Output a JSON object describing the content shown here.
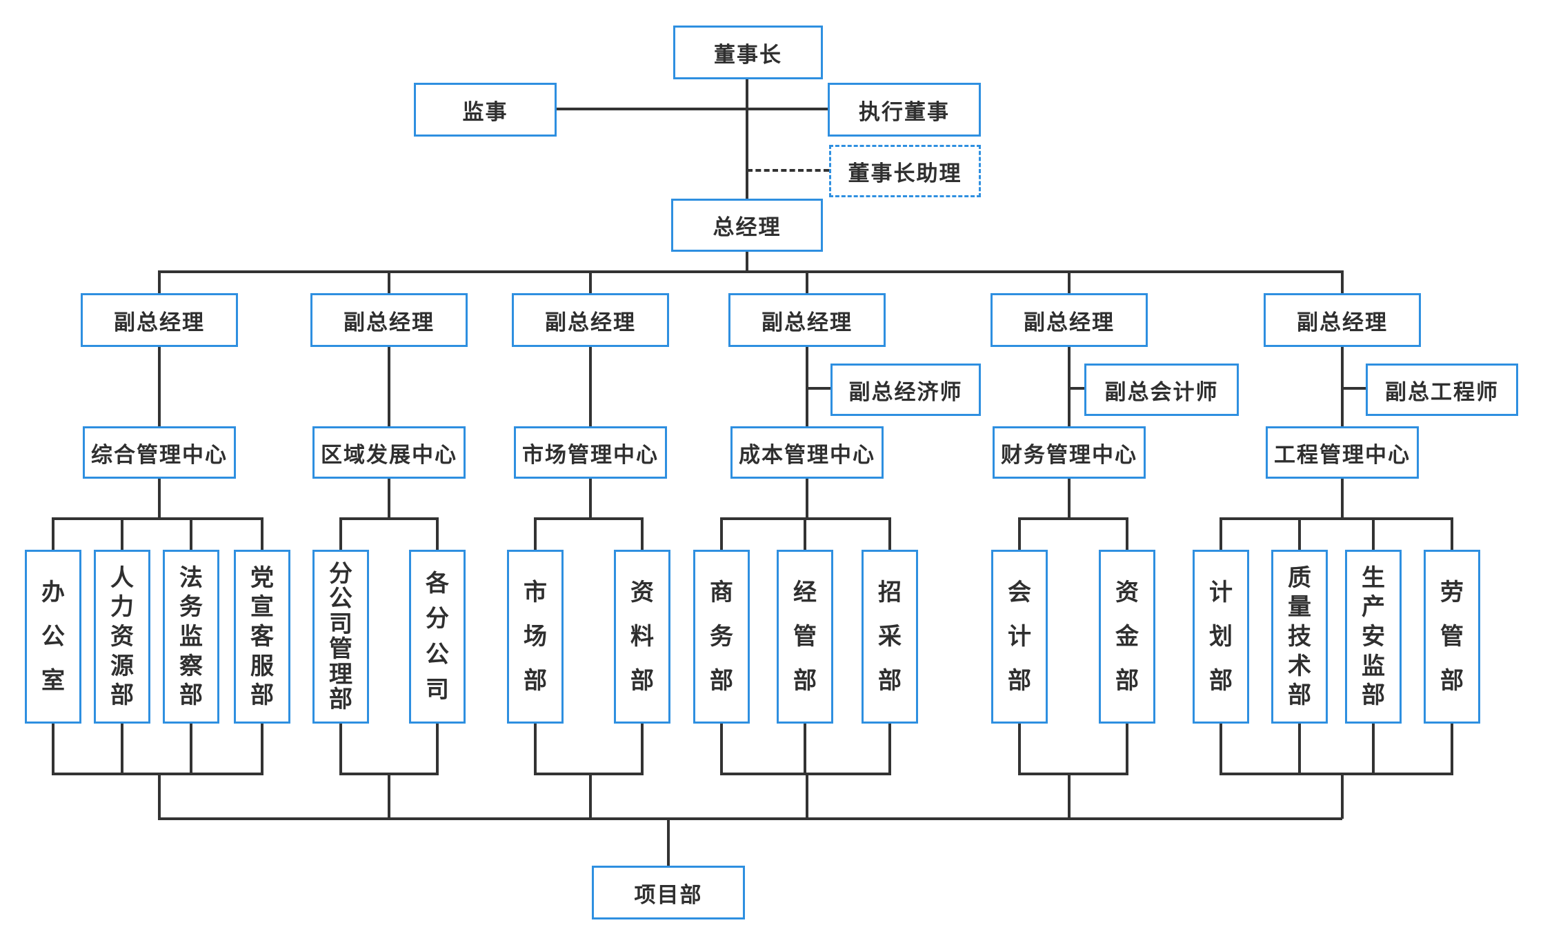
{
  "org": {
    "chairman": "董事长",
    "supervisor": "监事",
    "executive_director": "执行董事",
    "chairman_assistant": "董事长助理",
    "general_manager": "总经理",
    "deputy_gms": [
      "副总经理",
      "副总经理",
      "副总经理",
      "副总经理",
      "副总经理",
      "副总经理"
    ],
    "staff_officers": [
      "副总经济师",
      "副总会计师",
      "副总工程师"
    ],
    "groups": [
      {
        "center": "综合管理中心",
        "departments": [
          "办公室",
          "人力资源部",
          "法务监察部",
          "党宣客服部"
        ]
      },
      {
        "center": "区域发展中心",
        "departments": [
          "分公司管理部",
          "各分公司"
        ]
      },
      {
        "center": "市场管理中心",
        "departments": [
          "市场部",
          "资料部"
        ]
      },
      {
        "center": "成本管理中心",
        "departments": [
          "商务部",
          "经管部",
          "招采部"
        ]
      },
      {
        "center": "财务管理中心",
        "departments": [
          "会计部",
          "资金部"
        ]
      },
      {
        "center": "工程管理中心",
        "departments": [
          "计划部",
          "质量技术部",
          "生产安监部",
          "劳管部"
        ]
      }
    ],
    "project_department": "项目部"
  },
  "colors": {
    "box_border_blue": "#2E8FE0",
    "connector_dark": "#333333",
    "text": "#2F2F2F",
    "background": "#FFFFFF"
  }
}
